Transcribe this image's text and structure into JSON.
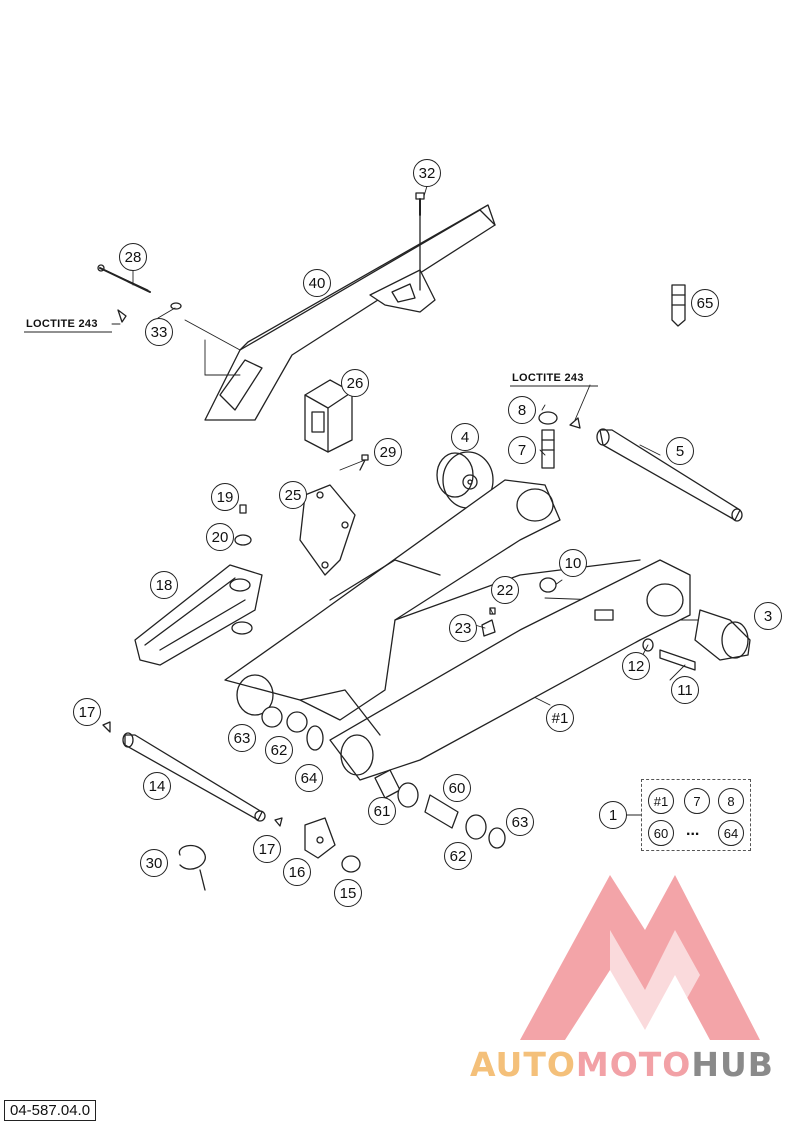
{
  "diagram": {
    "callouts": [
      {
        "id": "c32",
        "label": "32"
      },
      {
        "id": "c28",
        "label": "28"
      },
      {
        "id": "c40",
        "label": "40"
      },
      {
        "id": "c33",
        "label": "33"
      },
      {
        "id": "c65",
        "label": "65"
      },
      {
        "id": "c26",
        "label": "26"
      },
      {
        "id": "c8",
        "label": "8"
      },
      {
        "id": "c7",
        "label": "7"
      },
      {
        "id": "c4",
        "label": "4"
      },
      {
        "id": "c5",
        "label": "5"
      },
      {
        "id": "c29",
        "label": "29"
      },
      {
        "id": "c19",
        "label": "19"
      },
      {
        "id": "c25",
        "label": "25"
      },
      {
        "id": "c20",
        "label": "20"
      },
      {
        "id": "c10",
        "label": "10"
      },
      {
        "id": "c18",
        "label": "18"
      },
      {
        "id": "c22",
        "label": "22"
      },
      {
        "id": "c3",
        "label": "3"
      },
      {
        "id": "c23",
        "label": "23"
      },
      {
        "id": "c12",
        "label": "12"
      },
      {
        "id": "c11",
        "label": "11"
      },
      {
        "id": "c17a",
        "label": "17"
      },
      {
        "id": "c1b",
        "label": "#1"
      },
      {
        "id": "c63a",
        "label": "63"
      },
      {
        "id": "c62a",
        "label": "62"
      },
      {
        "id": "c64",
        "label": "64"
      },
      {
        "id": "c14",
        "label": "14"
      },
      {
        "id": "c60",
        "label": "60"
      },
      {
        "id": "c61",
        "label": "61"
      },
      {
        "id": "c63b",
        "label": "63"
      },
      {
        "id": "c1",
        "label": "1"
      },
      {
        "id": "c17b",
        "label": "17"
      },
      {
        "id": "c62b",
        "label": "62"
      },
      {
        "id": "c30",
        "label": "30"
      },
      {
        "id": "c16",
        "label": "16"
      },
      {
        "id": "c15",
        "label": "15"
      }
    ],
    "notes": {
      "loctite_left": "LOCTITE 243",
      "loctite_right": "LOCTITE 243"
    },
    "kit": {
      "items": [
        "#1",
        "7",
        "8",
        "60",
        "64"
      ],
      "ellipsis": "..."
    },
    "reference_number": "04-587.04.0"
  },
  "watermark": {
    "part1": "AUTO",
    "part2": "MOTO",
    "part3": "HUB",
    "colors": {
      "auto": "#f4c07a",
      "moto": "#f2a1a6",
      "hub": "#8a8a8a"
    }
  }
}
